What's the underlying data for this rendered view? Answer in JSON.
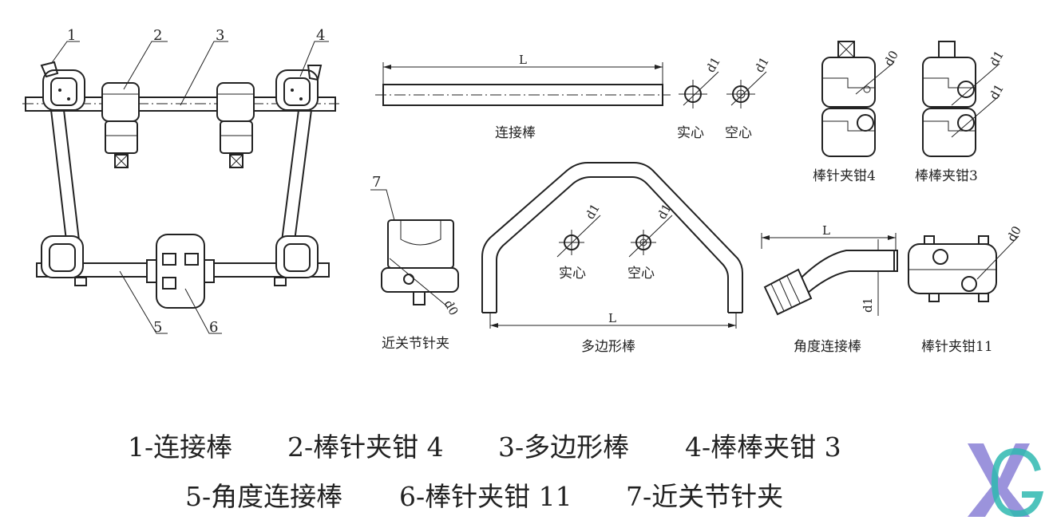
{
  "callouts": [
    "1",
    "2",
    "3",
    "4",
    "5",
    "6",
    "7"
  ],
  "parts": {
    "connecting_rod": {
      "caption": "连接棒",
      "dim_length": "L",
      "solid": "实心",
      "hollow": "空心",
      "dim_d1": "d1"
    },
    "clamp_4": {
      "caption": "棒针夹钳4",
      "dim_d0": "d0"
    },
    "clamp_3": {
      "caption": "棒棒夹钳3",
      "dim_d1": "d1"
    },
    "near_joint_clamp": {
      "caption": "近关节针夹",
      "dim_d0": "d0"
    },
    "polygon_rod": {
      "caption": "多边形棒",
      "dim_length": "L",
      "solid": "实心",
      "hollow": "空心",
      "dim_d1": "d1"
    },
    "angle_rod": {
      "caption": "角度连接棒",
      "dim_length": "L",
      "dim_d1": "d1"
    },
    "clamp_11": {
      "caption": "棒针夹钳11",
      "dim_d0": "d0"
    }
  },
  "legend": [
    "1-连接棒",
    "2-棒针夹钳 4",
    "3-多边形棒",
    "4-棒棒夹钳 3",
    "5-角度连接棒",
    "6-棒针夹钳 11",
    "7-近关节针夹"
  ],
  "logo": {
    "letters": "XG",
    "colors": [
      "#7a6fd0",
      "#2fb8b0"
    ]
  }
}
